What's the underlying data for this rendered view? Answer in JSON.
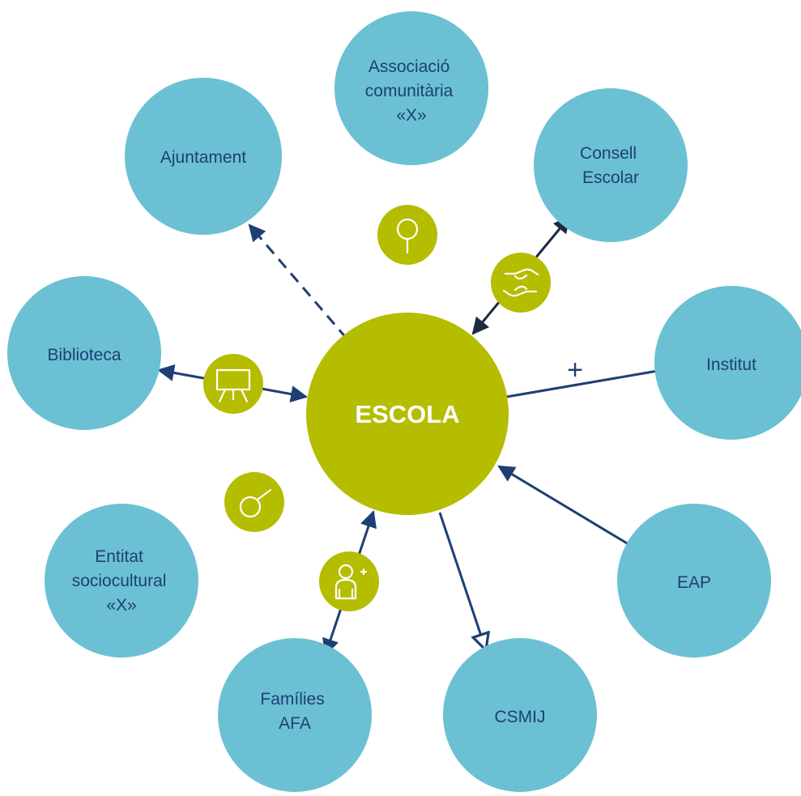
{
  "center": {
    "label": "ESCOLA"
  },
  "nodes": {
    "associacio": {
      "lines": [
        "Associació",
        "comunitària",
        "«X»"
      ]
    },
    "ajuntament": {
      "lines": [
        "Ajuntament"
      ]
    },
    "consell": {
      "lines": [
        "Consell",
        "Escolar"
      ]
    },
    "biblioteca": {
      "lines": [
        "Biblioteca"
      ]
    },
    "institut": {
      "lines": [
        "Institut"
      ]
    },
    "entitat": {
      "lines": [
        "Entitat",
        "sociocultural",
        "«X»"
      ]
    },
    "eap": {
      "lines": [
        "EAP"
      ]
    },
    "families": {
      "lines": [
        "Famílies",
        "AFA"
      ]
    },
    "csmij": {
      "lines": [
        "CSMIJ"
      ]
    }
  },
  "institut_link_symbol": "+",
  "icons": [
    "magnifier-icon",
    "handshake-icon",
    "presentation-board-icon",
    "search-icon",
    "add-person-icon"
  ],
  "colors": {
    "node": "#6bc1d3",
    "center": "#b5bd00",
    "link": "#1e3f73",
    "text": "#1e3f73"
  }
}
